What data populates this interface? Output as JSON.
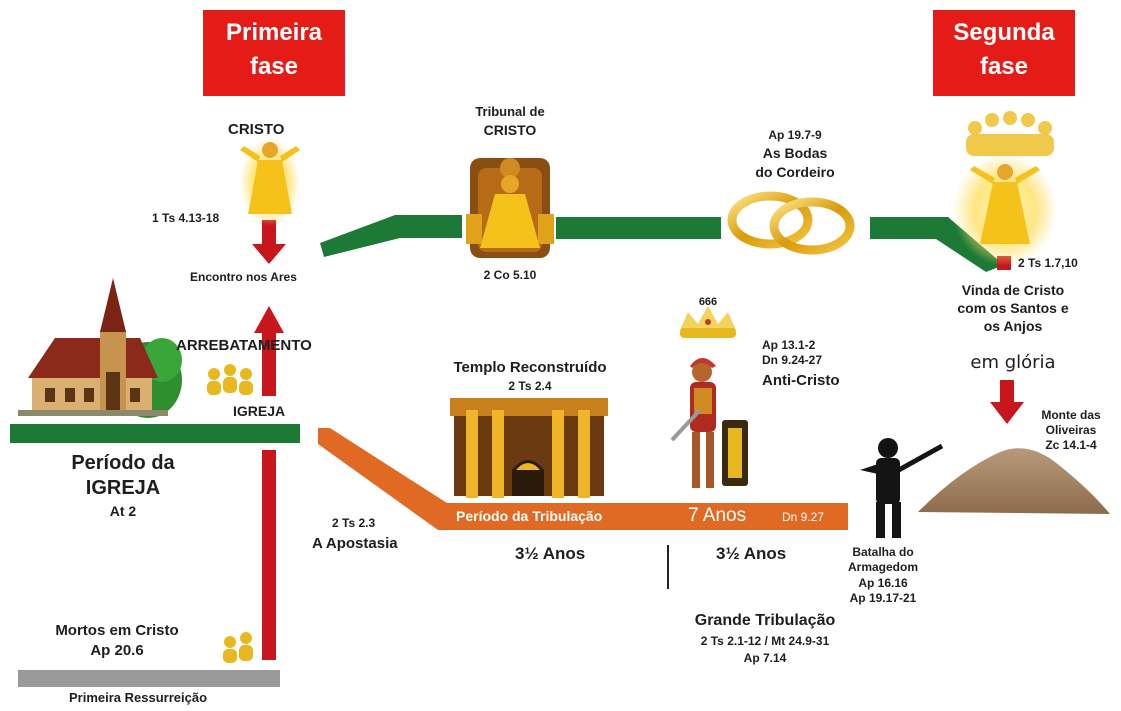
{
  "phases": {
    "first": {
      "line1": "Primeira",
      "line2": "fase"
    },
    "second": {
      "line1": "Segunda",
      "line2": "fase"
    }
  },
  "rapture": {
    "christ": "CRISTO",
    "ref_thessalonians": "1 Ts 4.13-18",
    "meeting": "Encontro nos Ares",
    "rapture": "ARREBATAMENTO",
    "church": "IGREJA"
  },
  "church_period": {
    "title_line1": "Período da",
    "title_line2": "IGREJA",
    "ref": "At 2"
  },
  "dead_in_christ": {
    "line1": "Mortos em Cristo",
    "line2": "Ap 20.6",
    "first_resurrection": "Primeira Ressurreição"
  },
  "tribunal": {
    "line1": "Tribunal de",
    "line2": "CRISTO",
    "ref": "2 Co 5.10"
  },
  "wedding": {
    "ref": "Ap 19.7-9",
    "line1": "As Bodas",
    "line2": "do Cordeiro"
  },
  "second_coming": {
    "ref": "2 Ts 1.7,10",
    "line1": "Vinda de Cristo",
    "line2": "com os Santos e",
    "line3": "os Anjos",
    "glory": "em glória"
  },
  "mount": {
    "line1": "Monte das",
    "line2": "Oliveiras",
    "line3": "Zc 14.1-4"
  },
  "temple": {
    "title": "Templo Reconstruído",
    "ref": "2 Ts 2.4"
  },
  "antichrist": {
    "crown_number": "666",
    "ref1": "Ap 13.1-2",
    "ref2": "Dn 9.24-27",
    "title": "Anti-Cristo"
  },
  "tribulation": {
    "label": "Período da Tribulação",
    "years": "7 Anos",
    "ref": "Dn 9.27",
    "half1": "3½ Anos",
    "half2": "3½ Anos",
    "great_title": "Grande Tribulação",
    "great_ref1": "2 Ts 2.1-12 / Mt 24.9-31",
    "great_ref2": "Ap 7.14"
  },
  "apostasy": {
    "ref": "2 Ts 2.3",
    "title": "A Apostasia"
  },
  "armageddon": {
    "line1": "Batalha do",
    "line2": "Armagedom",
    "ref1": "Ap 16.16",
    "ref2": "Ap 19.17-21"
  },
  "colors": {
    "green": "#1d7a36",
    "red": "#c8161d",
    "orange": "#e06a23",
    "gold": "#f2b90f",
    "phase_red": "#e41b17",
    "gray": "#9a9a9a"
  }
}
